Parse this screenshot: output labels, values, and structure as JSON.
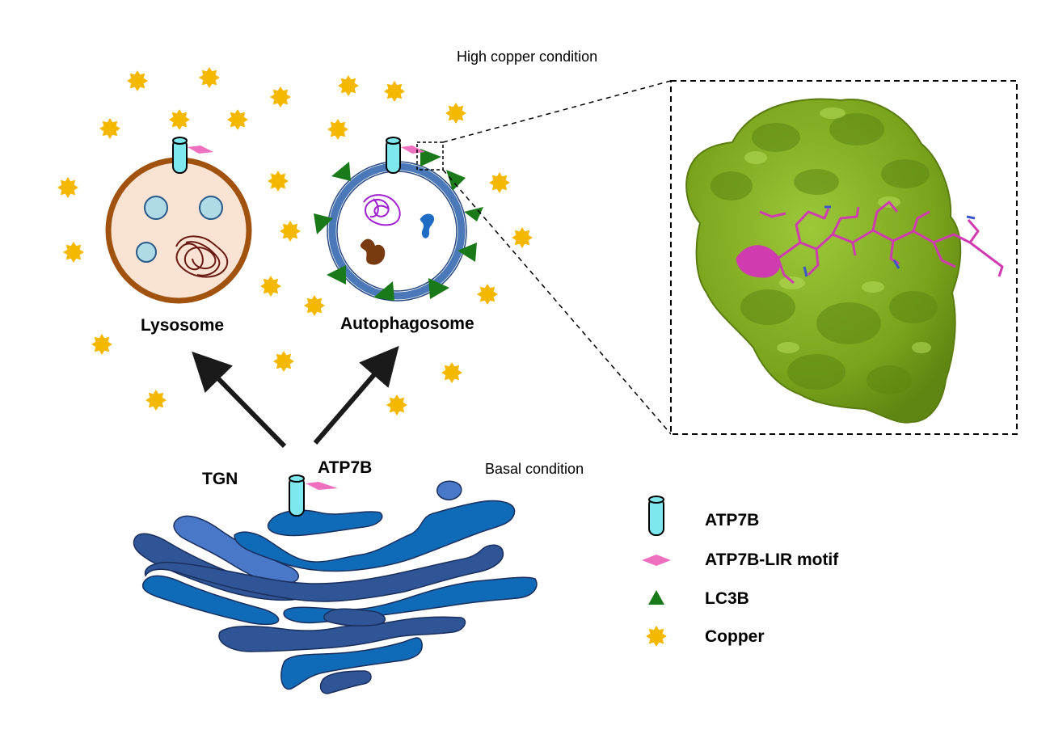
{
  "labels": {
    "high_copper": "High copper condition",
    "basal": "Basal condition",
    "lysosome": "Lysosome",
    "autophagosome": "Autophagosome",
    "tgn": "TGN",
    "atp7b": "ATP7B"
  },
  "legend": [
    {
      "label": "ATP7B",
      "icon": "atp7b-cylinder-icon"
    },
    {
      "label": "ATP7B-LIR motif",
      "icon": "lir-motif-diamond-icon"
    },
    {
      "label": "LC3B",
      "icon": "lc3b-triangle-icon"
    },
    {
      "label": "Copper",
      "icon": "copper-star-icon"
    }
  ],
  "colors": {
    "copper": "#f5b800",
    "atp7b": "#7fe8ee",
    "lir": "#f070c0",
    "lc3b": "#1a7a1a",
    "lysosome_fill": "#fbe3d3",
    "lysosome_border": "#a0520e",
    "autophagosome_ring": "#4a78b8",
    "golgi_dark": "#2f5596",
    "golgi_mid": "#0f6bb8",
    "golgi_light": "#4a78c8",
    "protein_surface": "#7fa81a",
    "peptide": "#d03cb0"
  }
}
